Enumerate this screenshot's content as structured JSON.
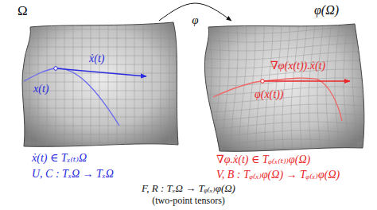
{
  "diagram": {
    "nodes": [
      {
        "text": [
          "Ω",
          "ẋ(t)",
          "x(t)"
        ]
      },
      {
        "text": [
          "φ(Ω)",
          "∇φ(x(t)).ẋ(t)",
          "φ(x(t))"
        ]
      }
    ],
    "edges": [
      {
        "from": 0,
        "to": 1,
        "arrow": "to",
        "label": "φ"
      }
    ],
    "labels": [
      "ẋ(t) ∈ Tₓ₍ₜ₎Ω",
      "U, C : TₓΩ → TₓΩ",
      "∇φ.ẋ(t) ∈ Tᵩ₍ₓ₍ₜ₎₎φ(Ω)",
      "V, B : Tᵩ₍ₓ₎φ(Ω) → Tᵩ₍ₓ₎φ(Ω)",
      "F, R : TₓΩ → Tᵩ₍ₓ₎φ(Ω)",
      "(two-point tensors)"
    ]
  }
}
